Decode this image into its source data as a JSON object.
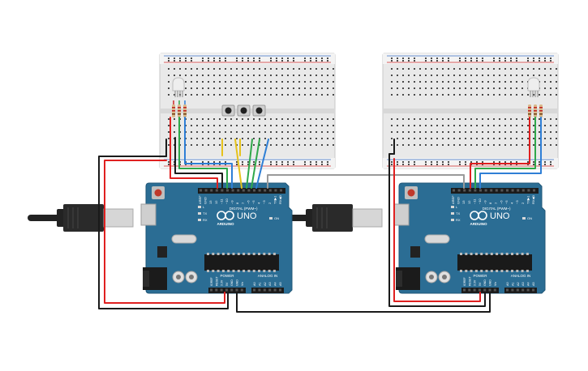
{
  "colors": {
    "board": "#2b6d94",
    "board_edge": "#1f5677",
    "breadboard": "#e8e8e8",
    "rail_red": "#cf2a2a",
    "rail_blue": "#3a6fc4",
    "wire_red": "#e02020",
    "wire_black": "#1a1a1a",
    "wire_green": "#2fa84a",
    "wire_blue": "#2f7fd6",
    "wire_yellow": "#e6c21a",
    "wire_grey": "#9a9a9a",
    "usb_cable": "#222222",
    "usb_plug_metal": "#cfcfcf"
  },
  "boards": [
    {
      "model": "UNO",
      "brand": "ARDUINO",
      "digital_label": "DIGITAL (PWM~)",
      "power_label": "POWER",
      "analog_label": "ANALOG IN",
      "led_labels": [
        "L",
        "TX",
        "RX",
        "ON"
      ],
      "digital_pins": [
        "AREF",
        "GND",
        "13",
        "12",
        "~11",
        "~10",
        "~9",
        "8",
        "7",
        "~6",
        "~5",
        "4",
        "~3",
        "2",
        "TX▶1",
        "RX◀0"
      ],
      "power_pins": [
        "IOREF",
        "RESET",
        "3.3V",
        "5V",
        "GND",
        "GND",
        "Vin"
      ],
      "analog_pins": [
        "A0",
        "A1",
        "A2",
        "A3",
        "A4",
        "A5"
      ]
    },
    {
      "model": "UNO",
      "brand": "ARDUINO",
      "digital_label": "DIGITAL (PWM~)",
      "power_label": "POWER",
      "analog_label": "ANALOG IN",
      "led_labels": [
        "L",
        "TX",
        "RX",
        "ON"
      ],
      "digital_pins": [
        "AREF",
        "GND",
        "13",
        "12",
        "~11",
        "~10",
        "~9",
        "8",
        "7",
        "~6",
        "~5",
        "4",
        "~3",
        "2",
        "TX▶1",
        "RX◀0"
      ],
      "power_pins": [
        "IOREF",
        "RESET",
        "3.3V",
        "5V",
        "GND",
        "GND",
        "Vin"
      ],
      "analog_pins": [
        "A0",
        "A1",
        "A2",
        "A3",
        "A4",
        "A5"
      ]
    }
  ],
  "breadboards": [
    {
      "components": [
        "rgb-led",
        "resistor-1",
        "resistor-2",
        "resistor-3",
        "push-button-1",
        "push-button-2",
        "push-button-3"
      ]
    },
    {
      "components": [
        "rgb-led",
        "resistor-1",
        "resistor-2",
        "resistor-3"
      ]
    }
  ]
}
